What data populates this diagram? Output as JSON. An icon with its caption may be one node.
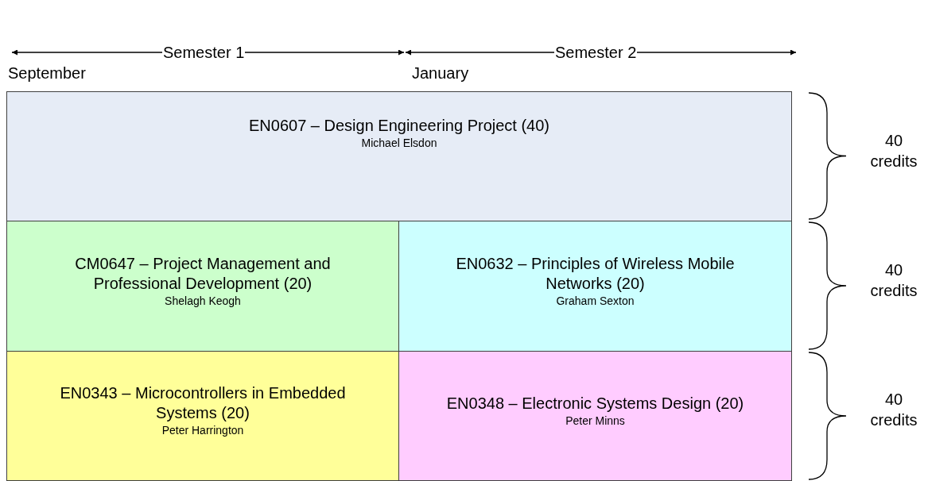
{
  "diagram": {
    "nodes": [
      {
        "text": [
          "EN0607 – Design Engineering Project (40)",
          "Michael Elsdon"
        ]
      },
      {
        "text": [
          "CM0647 – Project Management and Professional Development (20)",
          "Shelagh Keogh"
        ]
      },
      {
        "text": [
          "EN0632 – Principles of Wireless Mobile Networks (20)",
          "Graham Sexton"
        ]
      },
      {
        "text": [
          "EN0343 – Microcontrollers in Embedded Systems (20)",
          "Peter Harrington"
        ]
      },
      {
        "text": [
          "EN0348 – Electronic Systems Design (20)",
          "Peter Minns"
        ]
      }
    ],
    "labels": [
      "Semester 1",
      "Semester 2",
      "September",
      "January",
      "40 credits",
      "40 credits",
      "40 credits"
    ]
  }
}
